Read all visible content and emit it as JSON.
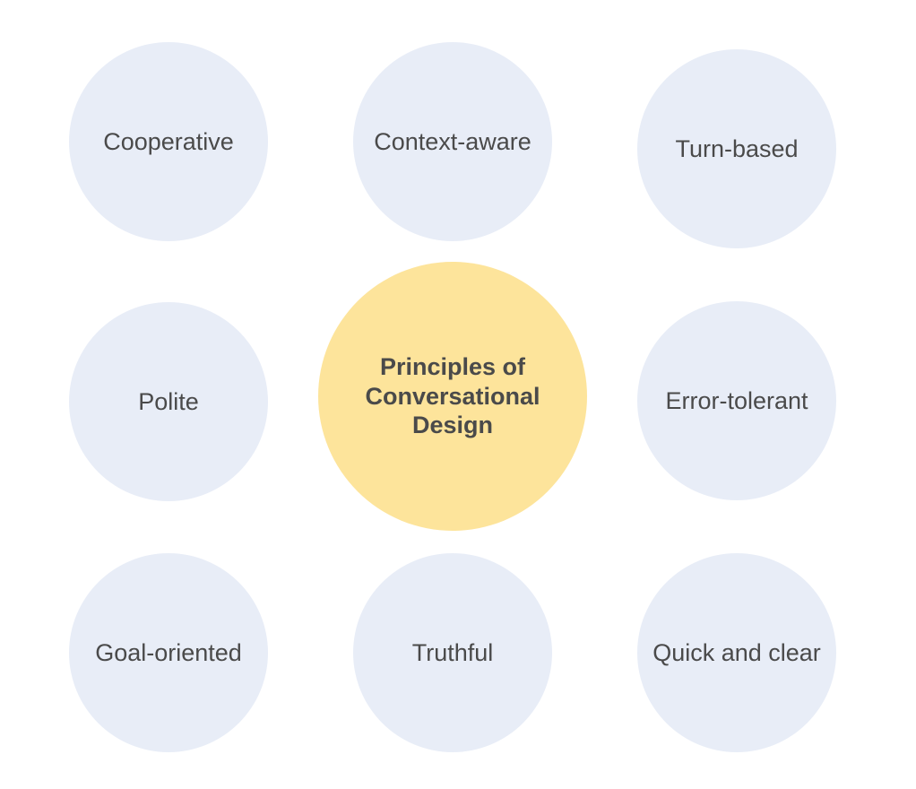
{
  "diagram": {
    "center": {
      "label": "Principles of Conversational Design",
      "color": "#fde49b"
    },
    "principle_color": "#e8edf7",
    "principles": [
      {
        "label": "Cooperative"
      },
      {
        "label": "Context-aware"
      },
      {
        "label": "Turn-based"
      },
      {
        "label": "Polite"
      },
      {
        "label": "Error-tolerant"
      },
      {
        "label": "Goal-oriented"
      },
      {
        "label": "Truthful"
      },
      {
        "label": "Quick and clear"
      }
    ]
  }
}
